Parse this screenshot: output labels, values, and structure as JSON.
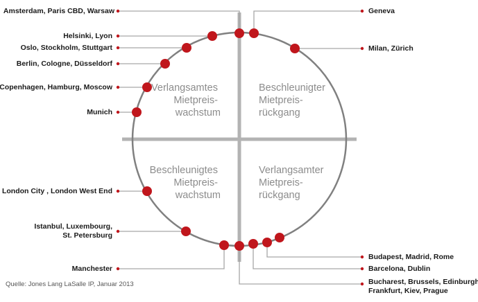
{
  "quadrants": {
    "top_left": [
      "Verlangsamtes",
      "Mietpreis-",
      "wachstum"
    ],
    "top_right": [
      "Beschleunigter",
      "Mietpreis-",
      "rückgang"
    ],
    "bottom_left": [
      "Beschleunigtes",
      "Mietpreis-",
      "wachstum"
    ],
    "bottom_right": [
      "Verlangsamter",
      "Mietpreis-",
      "rückgang"
    ]
  },
  "cities": [
    {
      "id": "amsterdam",
      "lines": [
        "Amsterdam, Paris CBD, Warsaw"
      ]
    },
    {
      "id": "helsinki",
      "lines": [
        "Helsinki, Lyon"
      ]
    },
    {
      "id": "oslo",
      "lines": [
        "Oslo, Stockholm, Stuttgart"
      ]
    },
    {
      "id": "berlin",
      "lines": [
        "Berlin, Cologne, Düsseldorf"
      ]
    },
    {
      "id": "copenhagen",
      "lines": [
        "Copenhagen, Hamburg,  Moscow"
      ]
    },
    {
      "id": "munich",
      "lines": [
        "Munich"
      ]
    },
    {
      "id": "london",
      "lines": [
        "London City , London West End"
      ]
    },
    {
      "id": "istanbul",
      "lines": [
        "Istanbul, Luxembourg,",
        "St. Petersburg"
      ]
    },
    {
      "id": "manchester",
      "lines": [
        "Manchester"
      ]
    },
    {
      "id": "geneva",
      "lines": [
        "Geneva"
      ]
    },
    {
      "id": "milan",
      "lines": [
        "Milan, Zürich"
      ]
    },
    {
      "id": "budapest",
      "lines": [
        "Budapest, Madrid, Rome"
      ]
    },
    {
      "id": "barcelona",
      "lines": [
        "Barcelona, Dublin"
      ]
    },
    {
      "id": "bucharest",
      "lines": [
        "Bucharest, Brussels,  Edinburgh,",
        "Frankfurt,  Kiev,  Prague"
      ]
    }
  ],
  "source": "Quelle: Jones Lang LaSalle IP, Januar 2013",
  "colors": {
    "dot": "#c0161c",
    "circle": "#808080",
    "axis": "#b3b3b3",
    "leader": "#a6a6a6"
  }
}
